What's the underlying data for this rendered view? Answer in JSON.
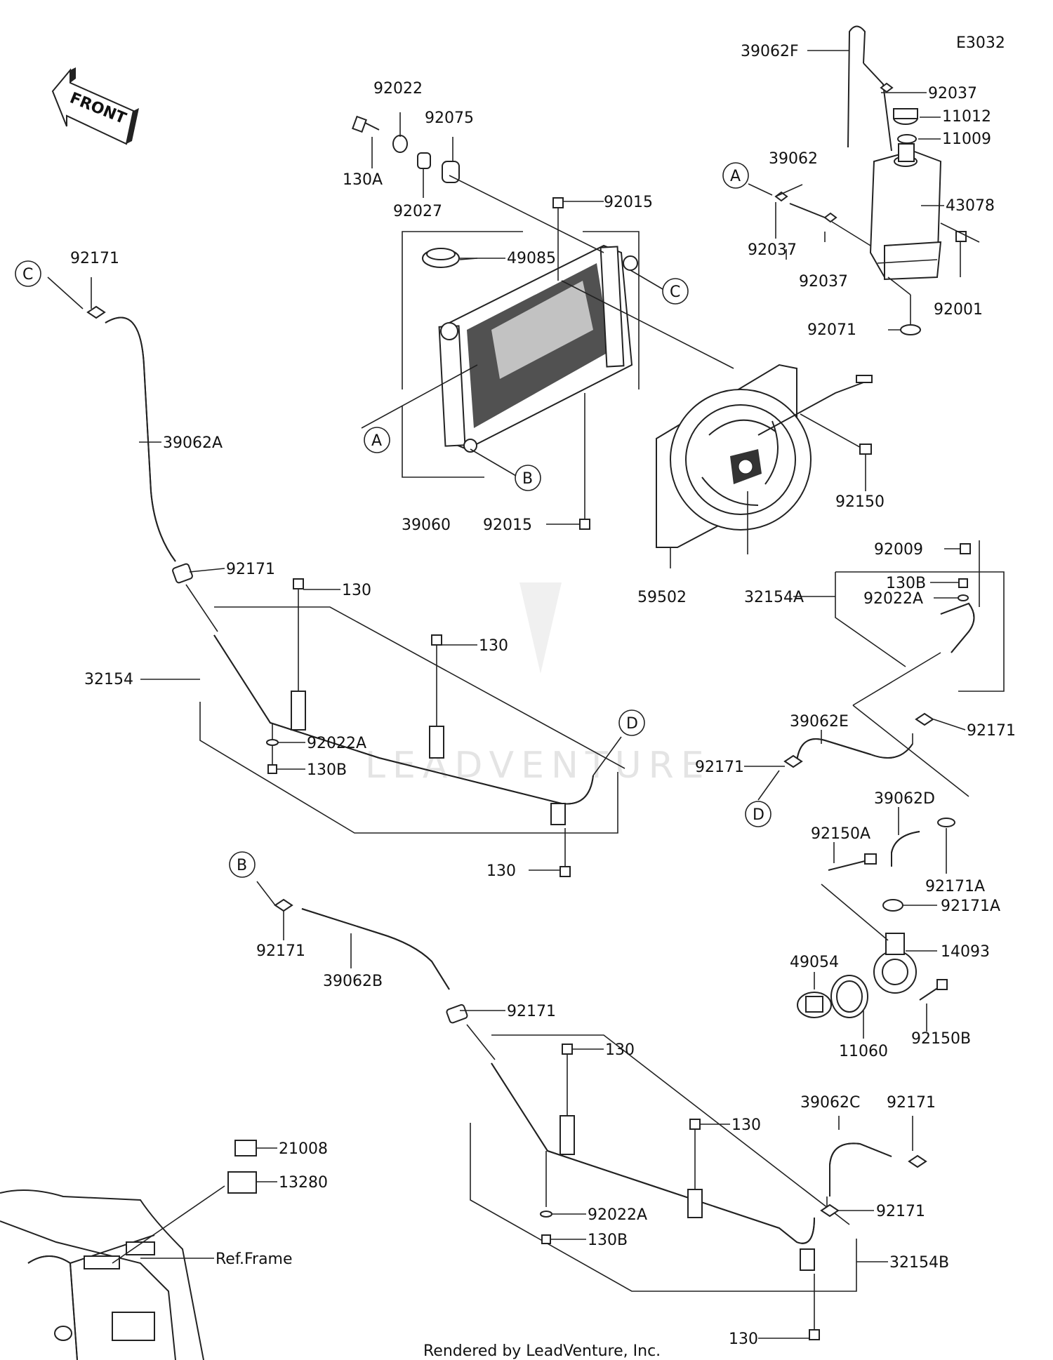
{
  "diagram_code": "E3032",
  "front_label": "FRONT",
  "watermark": "LEADVENTURE",
  "footer": "Rendered by LeadVenture, Inc.",
  "ref_frame": "Ref.Frame",
  "callouts": [
    "A",
    "B",
    "C",
    "D"
  ],
  "labels": {
    "p39062F": "39062F",
    "p92037a": "92037",
    "p11012": "11012",
    "p11009": "11009",
    "p43078": "43078",
    "p39062": "39062",
    "p92037b": "92037",
    "p92037c": "92037",
    "p92001": "92001",
    "p92071": "92071",
    "p92022": "92022",
    "p92075": "92075",
    "p130A": "130A",
    "p92027": "92027",
    "p92015a": "92015",
    "p49085": "49085",
    "p39060": "39060",
    "p92015b": "92015",
    "p92150": "92150",
    "p59502": "59502",
    "p92171a": "92171",
    "p39062A": "39062A",
    "p92171b": "92171",
    "p130a": "130",
    "p130b": "130",
    "p32154": "32154",
    "p92022A": "92022A",
    "p130Ba": "130B",
    "p130c": "130",
    "p92009": "92009",
    "p130Bb": "130B",
    "p32154A": "32154A",
    "p92022Ab": "92022A",
    "p39062E": "39062E",
    "p92171c": "92171",
    "p92171d": "92171",
    "p39062D": "39062D",
    "p92150A": "92150A",
    "p92171A1": "92171A",
    "p92171A2": "92171A",
    "p14093": "14093",
    "p49054": "49054",
    "p11060": "11060",
    "p92150B": "92150B",
    "p92171e": "92171",
    "p39062B": "39062B",
    "p92171f": "92171",
    "p130d": "130",
    "p130e": "130",
    "p39062C": "39062C",
    "p92171g": "92171",
    "p92171h": "92171",
    "p92022Ac": "92022A",
    "p130Bc": "130B",
    "p32154B": "32154B",
    "p130f": "130",
    "p21008": "21008",
    "p13280": "13280"
  }
}
